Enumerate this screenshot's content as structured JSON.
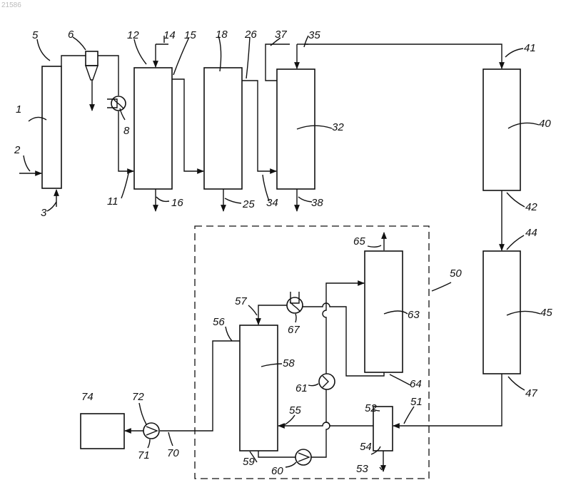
{
  "corner_id": "21586",
  "labels": {
    "l1": "1",
    "l2": "2",
    "l3": "3",
    "l5": "5",
    "l6": "6",
    "l8": "8",
    "l11": "11",
    "l12": "12",
    "l14": "14",
    "l15": "15",
    "l16": "16",
    "l18": "18",
    "l25": "25",
    "l26": "26",
    "l32": "32",
    "l34": "34",
    "l35": "35",
    "l37": "37",
    "l38": "38",
    "l40": "40",
    "l41": "41",
    "l42": "42",
    "l44": "44",
    "l45": "45",
    "l47": "47",
    "l50": "50",
    "l51": "51",
    "l52": "52",
    "l53": "53",
    "l54": "54",
    "l55": "55",
    "l56": "56",
    "l57": "57",
    "l58": "58",
    "l59": "59",
    "l60": "60",
    "l61": "61",
    "l63": "63",
    "l64": "64",
    "l65": "65",
    "l67": "67",
    "l70": "70",
    "l71": "71",
    "l72": "72",
    "l74": "74"
  },
  "icons": {
    "pump": "pump-icon",
    "heat_exchanger": "heat-exchanger-icon",
    "cyclone": "cyclone-separator-icon"
  }
}
